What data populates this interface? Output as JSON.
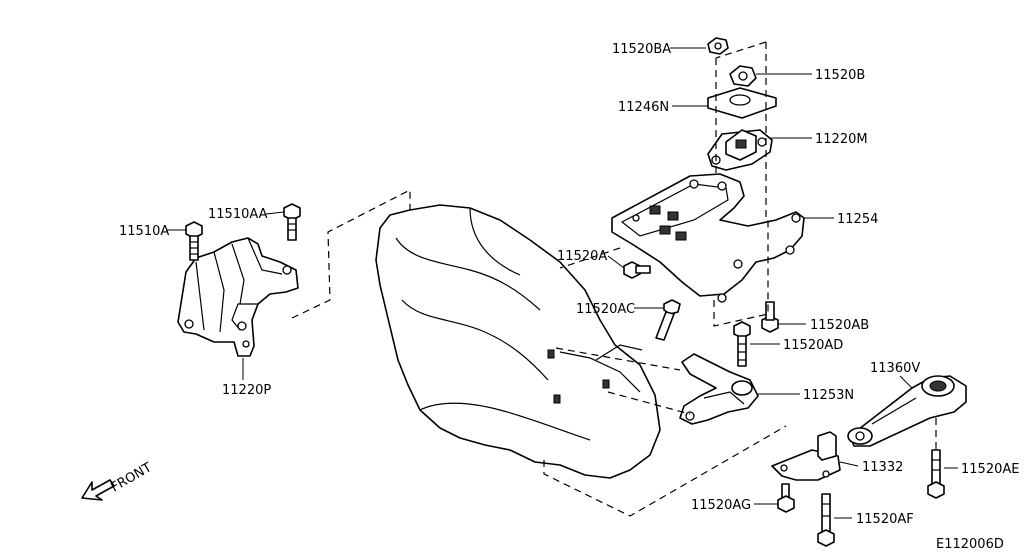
{
  "diagram_code": "E112006D",
  "front_label": "FRONT",
  "parts": {
    "p11520BA": "11520BA",
    "p11520B": "11520B",
    "p11246N": "11246N",
    "p11220M": "11220M",
    "p11254": "11254",
    "p11520A": "11520A",
    "p11520AC": "11520AC",
    "p11520AB": "11520AB",
    "p11520AD": "11520AD",
    "p11253N": "11253N",
    "p11360V": "11360V",
    "p11332": "11332",
    "p11520AE": "11520AE",
    "p11520AG": "11520AG",
    "p11520AF": "11520AF",
    "p11510A": "11510A",
    "p11510AA": "11510AA",
    "p11220P": "11220P"
  }
}
